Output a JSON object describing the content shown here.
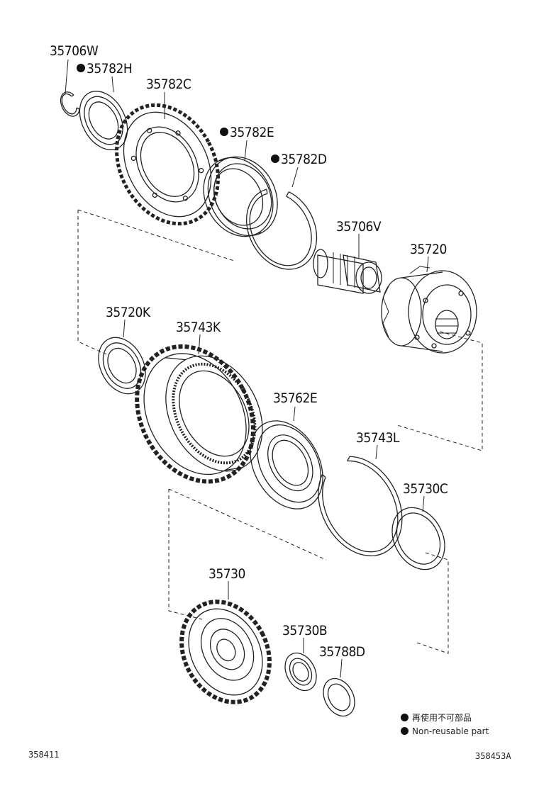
{
  "parts": [
    {
      "number": "35706W",
      "non_reusable": false
    },
    {
      "number": "35782H",
      "non_reusable": true
    },
    {
      "number": "35782C",
      "non_reusable": false
    },
    {
      "number": "35782E",
      "non_reusable": true
    },
    {
      "number": "35782D",
      "non_reusable": true
    },
    {
      "number": "35706V",
      "non_reusable": false
    },
    {
      "number": "35720",
      "non_reusable": false
    },
    {
      "number": "35720K",
      "non_reusable": false
    },
    {
      "number": "35743K",
      "non_reusable": false
    },
    {
      "number": "35762E",
      "non_reusable": false
    },
    {
      "number": "35743L",
      "non_reusable": false
    },
    {
      "number": "35730C",
      "non_reusable": false
    },
    {
      "number": "35730",
      "non_reusable": false
    },
    {
      "number": "35730B",
      "non_reusable": false
    },
    {
      "number": "35788D",
      "non_reusable": false
    }
  ],
  "legend": {
    "japanese": "再使用不可部品",
    "english": "Non-reusable part"
  },
  "figure_codes": {
    "left": "358411",
    "right": "358453A"
  }
}
